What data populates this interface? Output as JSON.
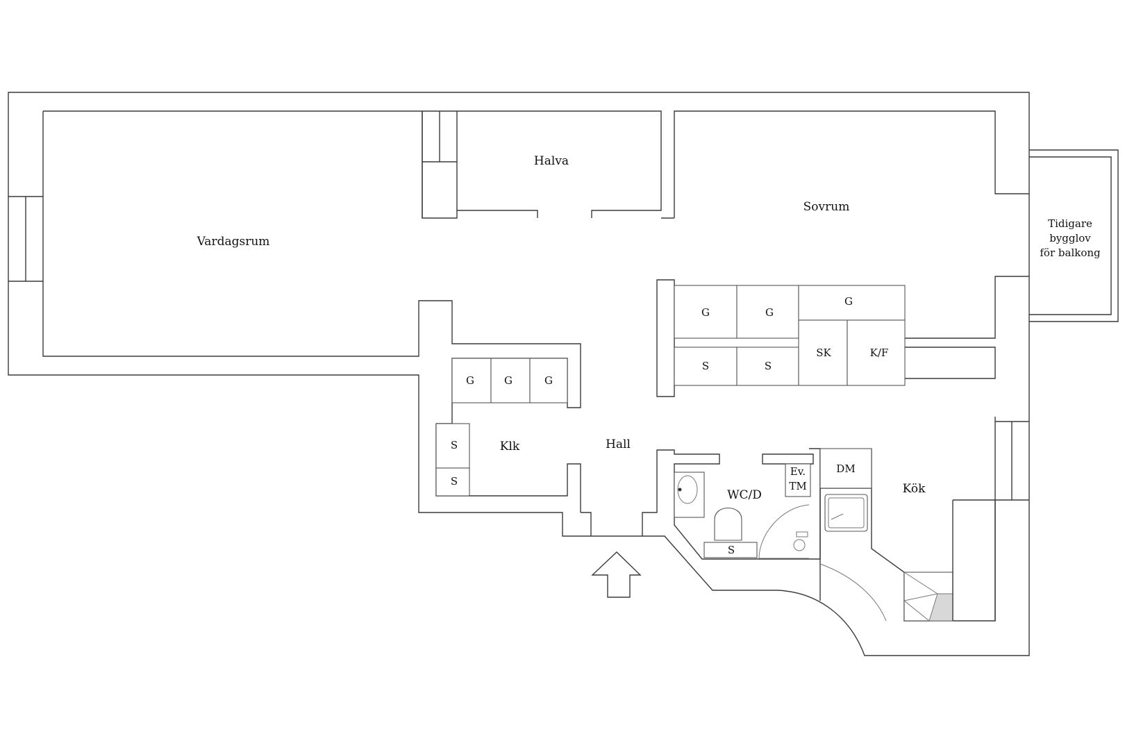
{
  "plan": {
    "rooms": {
      "living": "Vardagsrum",
      "shelf_room": "Halva",
      "bedroom": "Sovrum",
      "hall": "Hall",
      "closet": "Klk",
      "wc": "WC/D",
      "kitchen": "Kök"
    },
    "balcony_lines": [
      "Tidigare",
      "bygglov",
      "för balkong"
    ],
    "bedroom_storage": {
      "top_row": [
        "G",
        "G",
        "G"
      ],
      "bottom_row": [
        "S",
        "S"
      ],
      "sk": "SK",
      "kf": "K/F"
    },
    "hall_storage": [
      "G",
      "G",
      "G"
    ],
    "closet_storage": [
      "S",
      "S"
    ],
    "wc_storage": "S",
    "ev_tm": [
      "Ev.",
      "TM"
    ],
    "dishwasher": "DM"
  }
}
